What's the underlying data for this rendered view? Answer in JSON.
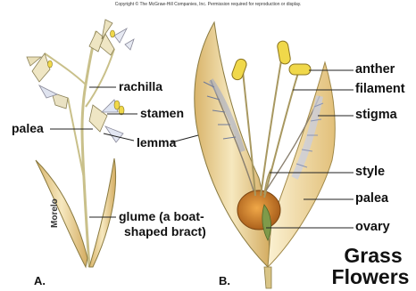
{
  "header": {
    "copyright": "Copyright © The McGraw-Hill Companies, Inc. Permission required for reproduction or display."
  },
  "panel_a": {
    "letter": "A.",
    "labels": {
      "rachilla": "rachilla",
      "stamen": "stamen",
      "palea": "palea",
      "lemma": "lemma",
      "glume_line1": "glume (a boat-",
      "glume_line2": "shaped bract)"
    },
    "artist_signature": "Morelo"
  },
  "panel_b": {
    "letter": "B.",
    "labels": {
      "anther": "anther",
      "filament": "filament",
      "stigma": "stigma",
      "style": "style",
      "palea": "palea",
      "ovary": "ovary"
    }
  },
  "title": {
    "line1": "Grass",
    "line2": "Flowers"
  },
  "colors": {
    "stem": "#c9c08a",
    "bract_light": "#f2e2b0",
    "bract_dark": "#caa35a",
    "anther": "#f0d84a",
    "ovary": "#c9782a",
    "feather": "#9aa6c8",
    "leader": "#222222"
  }
}
